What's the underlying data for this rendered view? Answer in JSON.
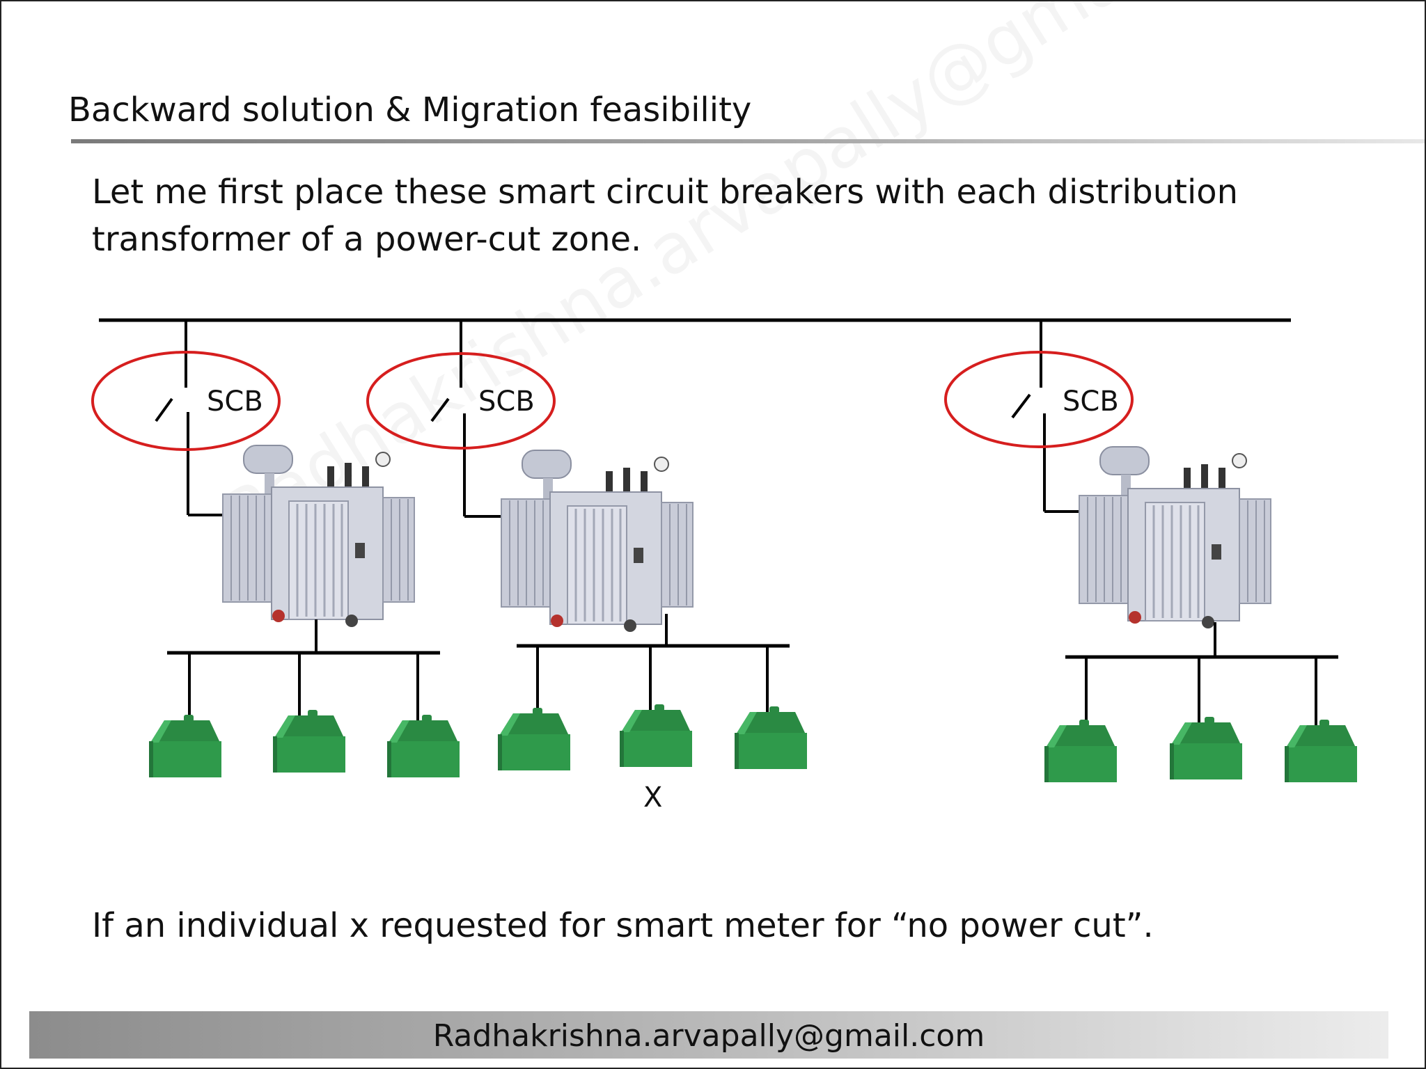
{
  "slide": {
    "title": "Backward solution & Migration feasibility",
    "intro": "Let me first place these smart circuit breakers with each distribution transformer of a power-cut zone.",
    "bottom_note": "If an individual x requested for smart meter for “no power cut”.",
    "footer": "Radhakrishna.arvapally@gmail.com",
    "watermark": "Radhakrishna.arvapally@gmail.com"
  },
  "diagram": {
    "breaker_label": "SCB",
    "marked_house_label": "X",
    "groups": [
      {
        "breaker": "SCB",
        "houses": 3
      },
      {
        "breaker": "SCB",
        "houses": 3,
        "marked_house": 2
      },
      {
        "breaker": "SCB",
        "houses": 3
      }
    ],
    "colors": {
      "highlight_ellipse": "#d61e1e",
      "house": "#2f8f46",
      "transformer": "#c9ccd8",
      "line": "#000000"
    }
  }
}
